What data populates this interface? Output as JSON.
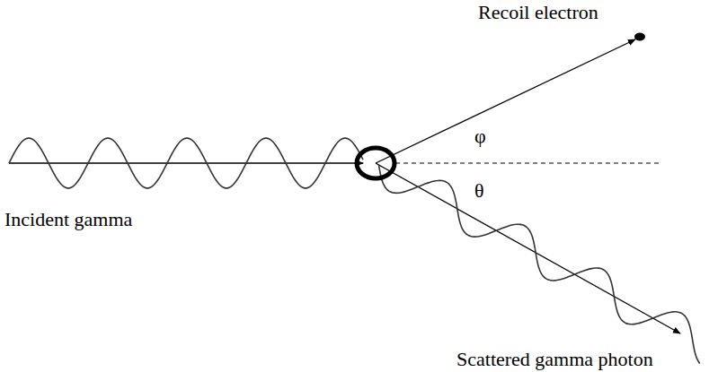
{
  "diagram": {
    "labels": [
      "Recoil electron",
      "φ",
      "θ",
      "Incident gamma",
      "Scattered gamma photon"
    ]
  }
}
